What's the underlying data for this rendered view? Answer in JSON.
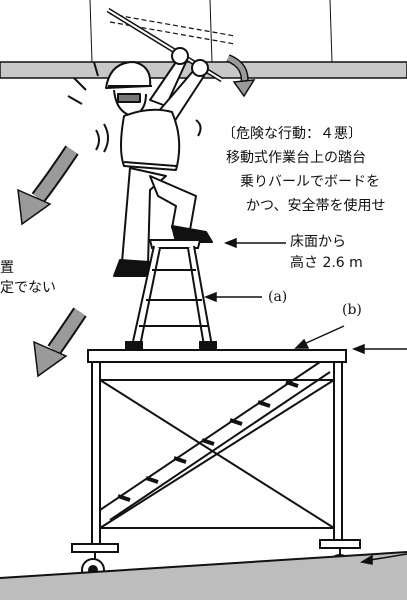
{
  "caption": {
    "line1": "〔危険な行動：４悪〕",
    "line2": "移動式作業台上の踏台",
    "line3": "乗りバールでボードを",
    "line4": "かつ、安全帯を使用せ"
  },
  "height_note": {
    "line1": "床面から",
    "line2": "高さ 2.6 m"
  },
  "left_note": {
    "line1": "置",
    "line2": "定でない"
  },
  "labels": {
    "a": "(a)",
    "b": "(b)"
  },
  "colors": {
    "line": "#111111",
    "arrow_gray": "#9a9a9a",
    "floor_gray": "#bdbdbd",
    "ceiling_gray": "#c8c8c8"
  }
}
